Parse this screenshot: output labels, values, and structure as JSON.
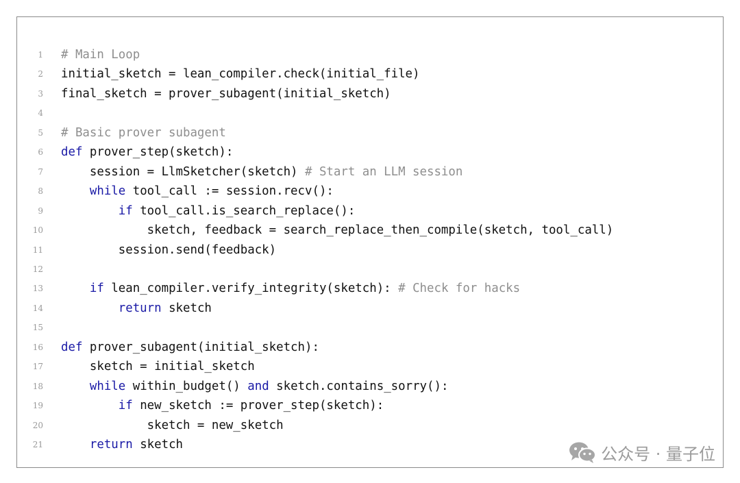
{
  "code": {
    "lines": [
      {
        "n": "1",
        "indent": "",
        "segments": [
          {
            "t": "# Main Loop",
            "c": "cm"
          }
        ]
      },
      {
        "n": "2",
        "indent": "",
        "segments": [
          {
            "t": "initial_sketch = lean_compiler.check(initial_file)",
            "c": "tx"
          }
        ]
      },
      {
        "n": "3",
        "indent": "",
        "segments": [
          {
            "t": "final_sketch = prover_subagent(initial_sketch)",
            "c": "tx"
          }
        ]
      },
      {
        "n": "4",
        "indent": "",
        "segments": []
      },
      {
        "n": "5",
        "indent": "",
        "segments": [
          {
            "t": "# Basic prover subagent",
            "c": "cm"
          }
        ]
      },
      {
        "n": "6",
        "indent": "",
        "segments": [
          {
            "t": "def",
            "c": "kw"
          },
          {
            "t": " prover_step(sketch):",
            "c": "tx"
          }
        ]
      },
      {
        "n": "7",
        "indent": "    ",
        "segments": [
          {
            "t": "session = LlmSketcher(sketch) ",
            "c": "tx"
          },
          {
            "t": "# Start an LLM session",
            "c": "cm"
          }
        ]
      },
      {
        "n": "8",
        "indent": "    ",
        "segments": [
          {
            "t": "while",
            "c": "kw"
          },
          {
            "t": " tool_call := session.recv():",
            "c": "tx"
          }
        ]
      },
      {
        "n": "9",
        "indent": "        ",
        "segments": [
          {
            "t": "if",
            "c": "kw"
          },
          {
            "t": " tool_call.is_search_replace():",
            "c": "tx"
          }
        ]
      },
      {
        "n": "10",
        "indent": "            ",
        "segments": [
          {
            "t": "sketch, feedback = search_replace_then_compile(sketch, tool_call)",
            "c": "tx"
          }
        ]
      },
      {
        "n": "11",
        "indent": "        ",
        "segments": [
          {
            "t": "session.send(feedback)",
            "c": "tx"
          }
        ]
      },
      {
        "n": "12",
        "indent": "",
        "segments": []
      },
      {
        "n": "13",
        "indent": "    ",
        "segments": [
          {
            "t": "if",
            "c": "kw"
          },
          {
            "t": " lean_compiler.verify_integrity(sketch): ",
            "c": "tx"
          },
          {
            "t": "# Check for hacks",
            "c": "cm"
          }
        ]
      },
      {
        "n": "14",
        "indent": "        ",
        "segments": [
          {
            "t": "return",
            "c": "kw"
          },
          {
            "t": " sketch",
            "c": "tx"
          }
        ]
      },
      {
        "n": "15",
        "indent": "",
        "segments": []
      },
      {
        "n": "16",
        "indent": "",
        "segments": [
          {
            "t": "def",
            "c": "kw"
          },
          {
            "t": " prover_subagent(initial_sketch):",
            "c": "tx"
          }
        ]
      },
      {
        "n": "17",
        "indent": "    ",
        "segments": [
          {
            "t": "sketch = initial_sketch",
            "c": "tx"
          }
        ]
      },
      {
        "n": "18",
        "indent": "    ",
        "segments": [
          {
            "t": "while",
            "c": "kw"
          },
          {
            "t": " within_budget() ",
            "c": "tx"
          },
          {
            "t": "and",
            "c": "kw"
          },
          {
            "t": " sketch.contains_sorry():",
            "c": "tx"
          }
        ]
      },
      {
        "n": "19",
        "indent": "        ",
        "segments": [
          {
            "t": "if",
            "c": "kw"
          },
          {
            "t": " new_sketch := prover_step(sketch):",
            "c": "tx"
          }
        ]
      },
      {
        "n": "20",
        "indent": "            ",
        "segments": [
          {
            "t": "sketch = new_sketch",
            "c": "tx"
          }
        ]
      },
      {
        "n": "21",
        "indent": "    ",
        "segments": [
          {
            "t": "return",
            "c": "kw"
          },
          {
            "t": " sketch",
            "c": "tx"
          }
        ]
      }
    ]
  },
  "watermark": {
    "text": "公众号 · 量子位",
    "icon": "wechat-icon"
  },
  "colors": {
    "keyword": "#1a1aa6",
    "comment": "#8e8e8e",
    "text": "#111111",
    "line_number": "#9a9a9a",
    "border": "#8a8a8a"
  }
}
